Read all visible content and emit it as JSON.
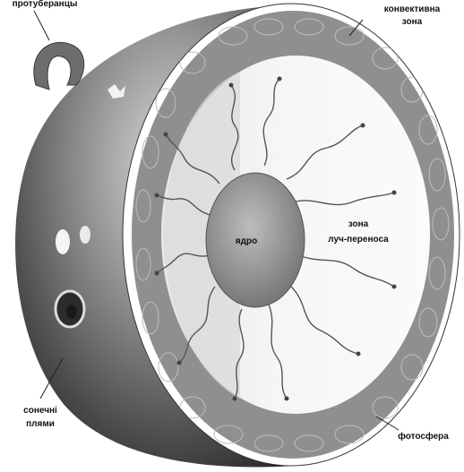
{
  "labels": {
    "prominence": "протуберанцы",
    "convective_line1": "конвективна",
    "convective_line2": "зона",
    "core": "ядро",
    "radiative_line1": "зона",
    "radiative_line2": "луч-переноса",
    "sunspots_line1": "сонечні",
    "sunspots_line2": "плями",
    "photosphere": "фотосфера"
  }
}
